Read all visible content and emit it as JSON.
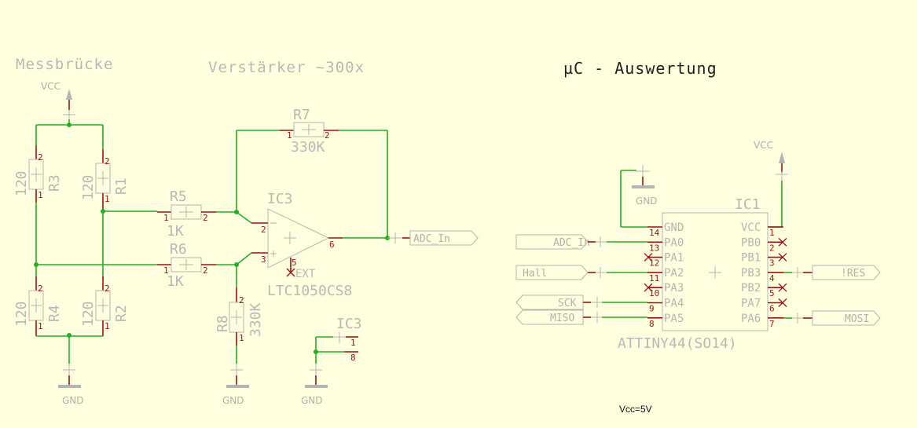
{
  "sections": {
    "bridge_title": "Messbrücke",
    "amp_title": "Verstärker ~300x",
    "uc_title": "µC - Auswertung"
  },
  "note": "Vcc=5V",
  "supplies": {
    "vcc": "VCC",
    "gnd": "GND"
  },
  "bridge": {
    "R3": {
      "name": "R3",
      "value": "120",
      "pins": [
        "2",
        "1"
      ]
    },
    "R1": {
      "name": "R1",
      "value": "120",
      "pins": [
        "2",
        "1"
      ]
    },
    "R4": {
      "name": "R4",
      "value": "120",
      "pins": [
        "2",
        "1"
      ]
    },
    "R2": {
      "name": "R2",
      "value": "120",
      "pins": [
        "2",
        "1"
      ]
    }
  },
  "amp": {
    "R5": {
      "name": "R5",
      "value": "1K",
      "pins": [
        "1",
        "2"
      ]
    },
    "R6": {
      "name": "R6",
      "value": "1K",
      "pins": [
        "1",
        "2"
      ]
    },
    "R7": {
      "name": "R7",
      "value": "330K",
      "pins": [
        "1",
        "2"
      ]
    },
    "R8": {
      "name": "R8",
      "value": "330K",
      "pins": [
        "2",
        "1"
      ]
    },
    "opamp": {
      "name": "IC3",
      "part": "LTC1050CS8",
      "pins": {
        "inv": "2",
        "noninv": "3",
        "out": "6",
        "ext": "5"
      },
      "ext_label": "EXT",
      "minus": "−",
      "plus": "+"
    },
    "power": {
      "name": "IC3",
      "pins": [
        "1",
        "8"
      ]
    },
    "output_label": "ADC_In"
  },
  "mcu": {
    "name": "IC1",
    "part": "ATTINY44(SO14)",
    "left_pins": [
      {
        "name": "GND",
        "num": "14",
        "net": ""
      },
      {
        "name": "PA0",
        "num": "13",
        "net": "ADC_In"
      },
      {
        "name": "PA1",
        "num": "12",
        "net": "nc"
      },
      {
        "name": "PA2",
        "num": "11",
        "net": "Hall"
      },
      {
        "name": "PA3",
        "num": "10",
        "net": "nc"
      },
      {
        "name": "PA4",
        "num": "9",
        "net": "SCK"
      },
      {
        "name": "PA5",
        "num": "8",
        "net": "MISO"
      }
    ],
    "right_pins": [
      {
        "name": "VCC",
        "num": "1",
        "net": ""
      },
      {
        "name": "PB0",
        "num": "2",
        "net": "nc"
      },
      {
        "name": "PB1",
        "num": "3",
        "net": "nc"
      },
      {
        "name": "PB3",
        "num": "4",
        "net": "!RES"
      },
      {
        "name": "PB2",
        "num": "5",
        "net": "nc"
      },
      {
        "name": "PA7",
        "num": "6",
        "net": "nc"
      },
      {
        "name": "PA6",
        "num": "7",
        "net": "MOSI"
      }
    ],
    "labels": {
      "adc": "ADC_In",
      "hall": "Hall",
      "sck": "SCK",
      "miso": "MISO",
      "res": "!RES",
      "mosi": "MOSI"
    }
  }
}
